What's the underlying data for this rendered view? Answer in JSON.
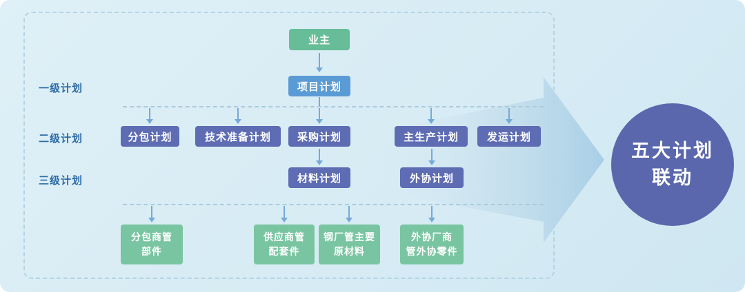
{
  "legend_labels": {
    "level1": "一级计划",
    "level2": "二级计划",
    "level3": "三级计划"
  },
  "owner": "业主",
  "project_plan": "项目计划",
  "level2_plans": [
    "分包计划",
    "技术准备计划",
    "采购计划",
    "主生产计划",
    "发运计划"
  ],
  "level3_plans": [
    "材料计划",
    "外协计划"
  ],
  "suppliers": [
    "分包商管\n部件",
    "供应商管\n配套件",
    "钢厂管主要\n原材料",
    "外协厂商\n管外协零件"
  ],
  "result_circle": "五大计划\n联动",
  "colors": {
    "background": "#d9ecf4",
    "owner_green": "#67bd97",
    "supplier_green": "#79c5a1",
    "project_blue": "#5b9bd5",
    "plan_indigo": "#5d6cb3",
    "circle_indigo": "#5a67ac",
    "label_text": "#2e6ca6",
    "arrow_blue": "#74a9d8",
    "dash_blue": "#aacbdd"
  }
}
